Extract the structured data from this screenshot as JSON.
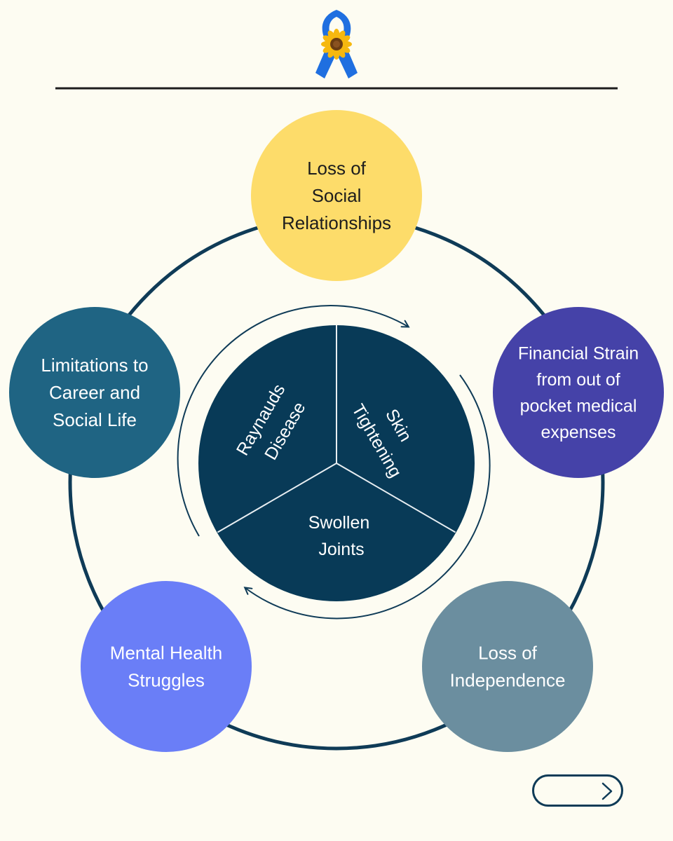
{
  "colors": {
    "background": "#fdfcf2",
    "ring": "#0f3b57",
    "center": "#083a57",
    "ribbon": "#1f6fe0",
    "sunflower_petals": "#f6b80f",
    "sunflower_center": "#6b3d12"
  },
  "header": {
    "icon": "awareness-ribbon-sunflower-icon"
  },
  "outer_nodes": [
    {
      "id": "social",
      "lines": [
        "Loss of",
        "Social",
        "Relationships"
      ],
      "color": "#fddc6a",
      "text_color": "#1d1d1d"
    },
    {
      "id": "financial",
      "lines": [
        "Financial Strain",
        "from out of",
        "pocket medical",
        "expenses"
      ],
      "color": "#4542a8",
      "text_color": "#ffffff"
    },
    {
      "id": "independence",
      "lines": [
        "Loss of",
        "Independence"
      ],
      "color": "#6b8e9f",
      "text_color": "#ffffff"
    },
    {
      "id": "mental",
      "lines": [
        "Mental Health",
        "Struggles"
      ],
      "color": "#6a7ef7",
      "text_color": "#ffffff"
    },
    {
      "id": "career",
      "lines": [
        "Limitations to",
        "Career and",
        "Social Life"
      ],
      "color": "#1f6483",
      "text_color": "#ffffff"
    }
  ],
  "center_segments": [
    {
      "id": "raynauds",
      "lines": [
        "Raynauds",
        "Disease"
      ]
    },
    {
      "id": "skin",
      "lines": [
        "Skin",
        "Tightening"
      ]
    },
    {
      "id": "joints",
      "lines": [
        "Swollen",
        "Joints"
      ]
    }
  ],
  "navigation": {
    "next_icon": "chevron-right-icon"
  }
}
